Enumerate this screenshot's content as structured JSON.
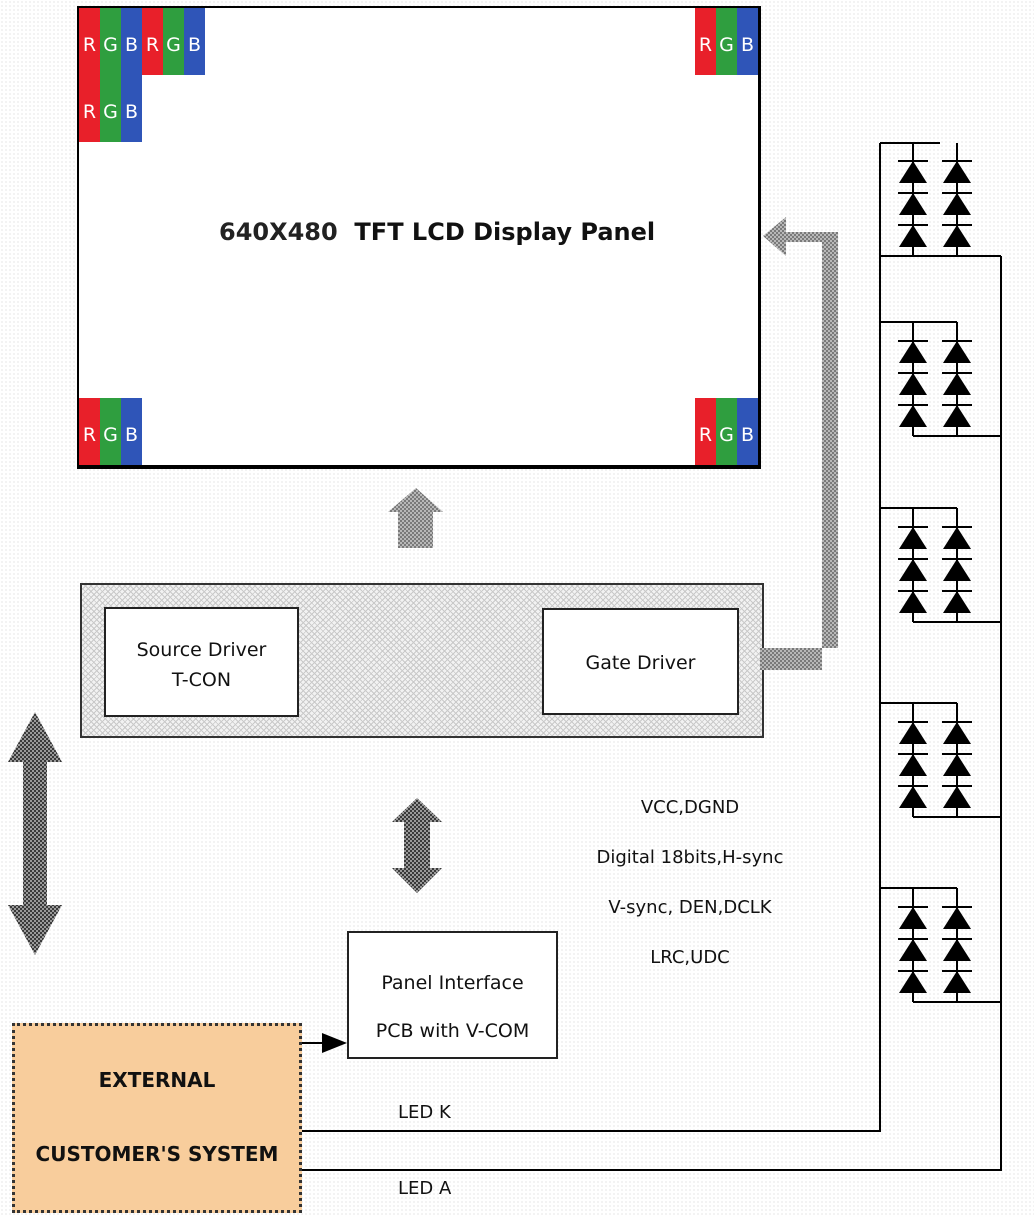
{
  "panel": {
    "resolution": "640X480",
    "title": "TFT LCD Display Panel",
    "pixel_letters": [
      "R",
      "G",
      "B"
    ]
  },
  "drivers": {
    "source_line1": "Source Driver",
    "source_line2": "T-CON",
    "gate": "Gate Driver"
  },
  "interface": {
    "line1": "Panel Interface",
    "line2": "PCB with V-COM"
  },
  "signals": [
    "VCC,DGND",
    "Digital 18bits,H-sync",
    "V-sync, DEN,DCLK",
    "LRC,UDC"
  ],
  "external": {
    "line1": "EXTERNAL",
    "line2": "CUSTOMER'S SYSTEM"
  },
  "led": {
    "k_label": "LED K",
    "a_label": "LED A"
  },
  "colors": {
    "red": "#e8202a",
    "green": "#2f9e3f",
    "blue": "#2f55b8",
    "external_fill": "#f8cd9c"
  }
}
